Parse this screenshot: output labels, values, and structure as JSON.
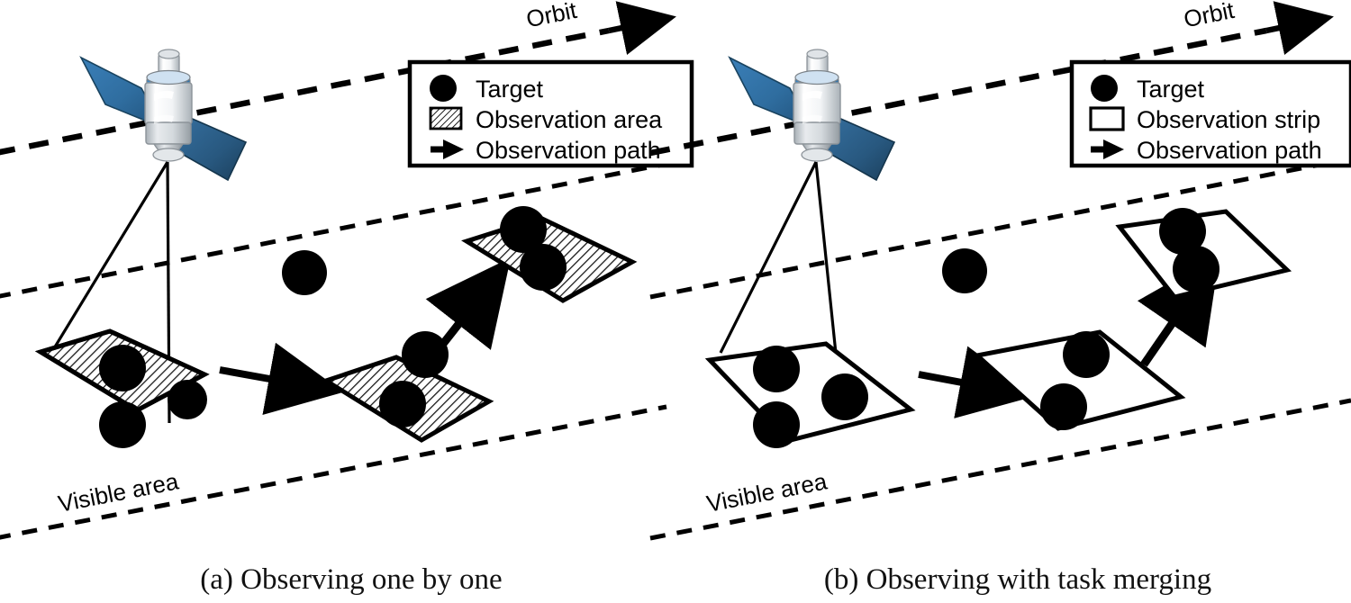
{
  "figure": {
    "title_a": "(a) Observing one by one",
    "title_b": "(b) Observing with task merging",
    "orbit_label": "Orbit",
    "visible_area_label": "Visible area",
    "colors": {
      "stroke": "#000000",
      "background": "#ffffff",
      "solar_panel": "#2b6ca3",
      "solar_panel_dark": "#1d4f7c",
      "satellite_body_light": "#f4f6f8",
      "satellite_body_mid": "#cfd4d8",
      "satellite_body_shadow": "#a9b0b6",
      "satellite_accent": "#5a9bd5",
      "target_fill": "#000000",
      "hatch_fill": "#ffffff"
    }
  },
  "panels": [
    {
      "id": "panel-a",
      "caption": "(a) Observing one by one",
      "orbit_label": "Orbit",
      "visible_area_label": "Visible area",
      "legend": {
        "items": [
          {
            "symbol": "circle",
            "label": "Target"
          },
          {
            "symbol": "hatched-rect",
            "label": "Observation area"
          },
          {
            "symbol": "arrow",
            "label": "Observation path"
          }
        ]
      },
      "observation_shapes": [
        {
          "name": "observation-area-1",
          "fill": "hatched",
          "targets": 3
        },
        {
          "name": "observation-area-2",
          "fill": "hatched",
          "targets": 2
        },
        {
          "name": "observation-area-3",
          "fill": "hatched",
          "targets": 2
        }
      ],
      "free_targets": 1,
      "paths": 2
    },
    {
      "id": "panel-b",
      "caption": "(b) Observing with task merging",
      "orbit_label": "Orbit",
      "visible_area_label": "Visible area",
      "legend": {
        "items": [
          {
            "symbol": "circle",
            "label": "Target"
          },
          {
            "symbol": "open-rect",
            "label": "Observation strip"
          },
          {
            "symbol": "arrow",
            "label": "Observation path"
          }
        ]
      },
      "observation_shapes": [
        {
          "name": "observation-strip-1",
          "fill": "open",
          "targets": 3
        },
        {
          "name": "observation-strip-2",
          "fill": "open",
          "targets": 2
        },
        {
          "name": "observation-strip-3",
          "fill": "open",
          "targets": 2
        }
      ],
      "free_targets": 1,
      "paths": 2
    }
  ]
}
